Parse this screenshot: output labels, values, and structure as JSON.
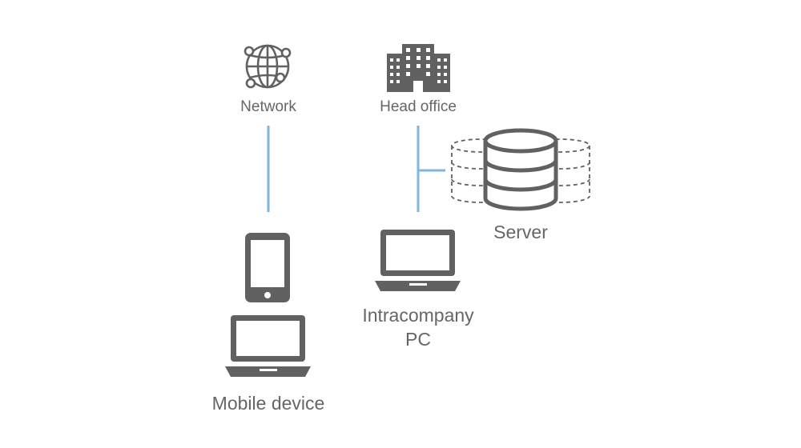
{
  "nodes": {
    "network": {
      "label": "Network",
      "icon": "globe-network-icon"
    },
    "head_office": {
      "label": "Head office",
      "icon": "office-building-icon"
    },
    "server": {
      "label": "Server",
      "icon": "database-server-icon"
    },
    "intracompany_pc": {
      "label_line1": "Intracompany",
      "label_line2": "PC",
      "icon": "laptop-icon"
    },
    "mobile_device": {
      "label": "Mobile device",
      "icons": [
        "smartphone-icon",
        "laptop-icon"
      ]
    }
  },
  "colors": {
    "icon": "#616161",
    "connector": "#7fb4dd",
    "text": "#666666",
    "background": "#ffffff"
  }
}
